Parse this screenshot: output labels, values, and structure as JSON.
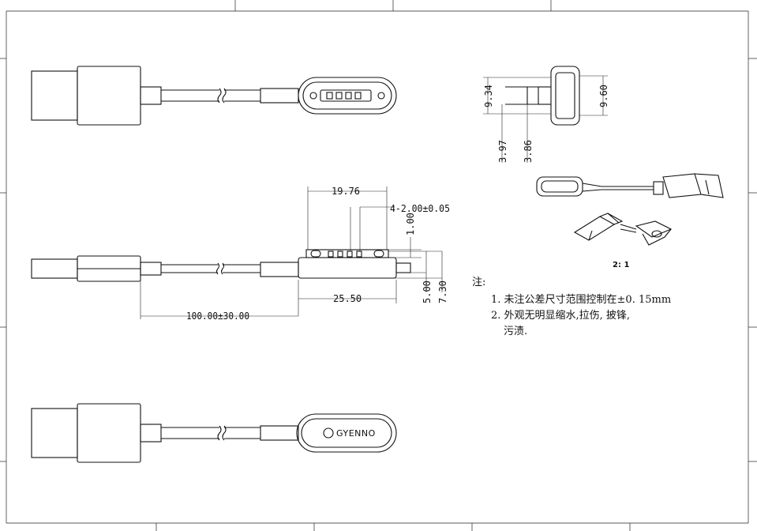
{
  "brand_text": "GYENNO",
  "dimensions": {
    "top_view_height": "9.34",
    "top_view_head": "9.60",
    "top_view_d1": "3.97",
    "top_view_d2": "3.86",
    "pin_span": "19.76",
    "pins": "4-2.00±0.05",
    "pin_height": "1.00",
    "body_length": "25.50",
    "cable_length": "100.00±30.00",
    "body_h1": "5.00",
    "body_h2": "7.30"
  },
  "scale_label": "2: 1",
  "notes": {
    "heading": "注:",
    "items": [
      "1. 未注公差尺寸范围控制在±0. 15mm",
      "2. 外观无明显缩水,拉伤, 披锋,",
      "污渍."
    ]
  }
}
